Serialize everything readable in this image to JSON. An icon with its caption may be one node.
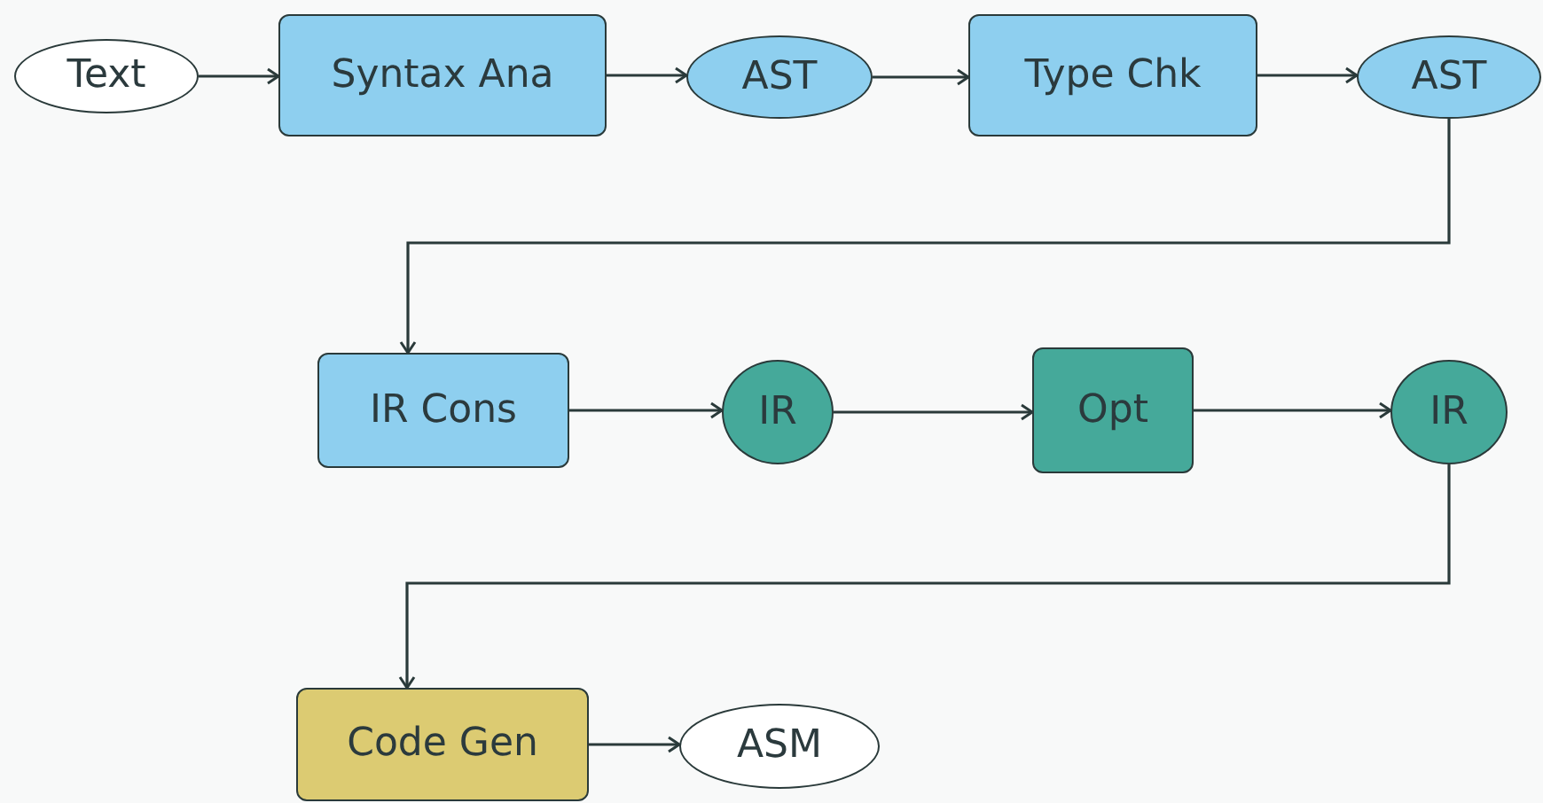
{
  "diagram": {
    "nodes": [
      {
        "text": [
          "Text"
        ]
      },
      {
        "text": [
          "Syntax Ana"
        ]
      },
      {
        "text": [
          "AST"
        ]
      },
      {
        "text": [
          "Type Chk"
        ]
      },
      {
        "text": [
          "AST"
        ]
      },
      {
        "text": [
          "IR Cons"
        ]
      },
      {
        "text": [
          "IR"
        ]
      },
      {
        "text": [
          "Opt"
        ]
      },
      {
        "text": [
          "IR"
        ]
      },
      {
        "text": [
          "Code Gen"
        ]
      },
      {
        "text": [
          "ASM"
        ]
      }
    ],
    "edges": [
      {
        "from": 0,
        "to": 1,
        "arrow": "to"
      },
      {
        "from": 1,
        "to": 2,
        "arrow": "to"
      },
      {
        "from": 2,
        "to": 3,
        "arrow": "to"
      },
      {
        "from": 3,
        "to": 4,
        "arrow": "to"
      },
      {
        "from": 4,
        "to": 5,
        "arrow": "to"
      },
      {
        "from": 5,
        "to": 6,
        "arrow": "to"
      },
      {
        "from": 6,
        "to": 7,
        "arrow": "to"
      },
      {
        "from": 7,
        "to": 8,
        "arrow": "to"
      },
      {
        "from": 8,
        "to": 9,
        "arrow": "to"
      },
      {
        "from": 9,
        "to": 10,
        "arrow": "to"
      }
    ]
  }
}
